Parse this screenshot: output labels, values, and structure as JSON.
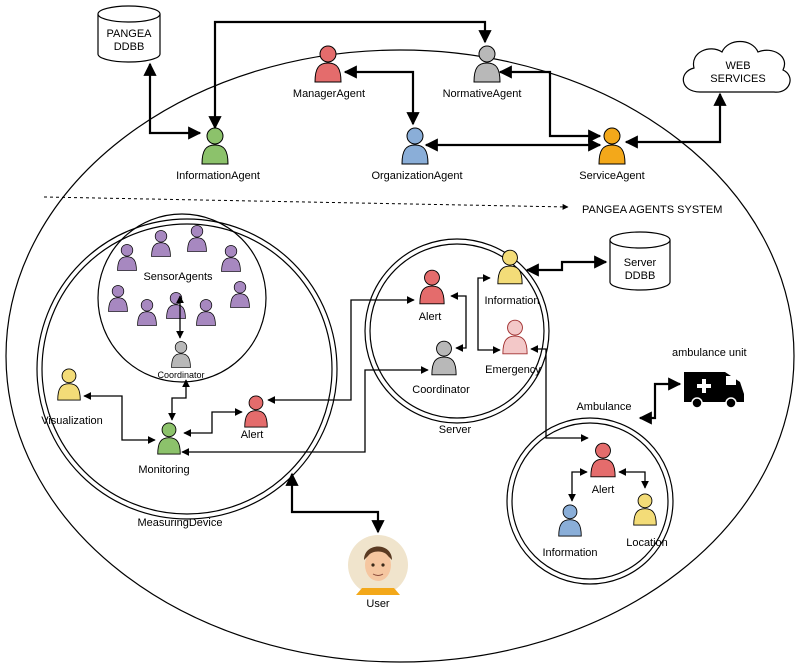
{
  "diagram": {
    "system_label": "PANGEA AGENTS SYSTEM",
    "pangea_db": [
      "PANGEA",
      "DDBB"
    ],
    "web_services": [
      "WEB",
      "SERVICES"
    ],
    "server_db": [
      "Server",
      "DDBB"
    ],
    "top_agents": {
      "information": "InformationAgent",
      "manager": "ManagerAgent",
      "normative": "NormativeAgent",
      "organization": "OrganizationAgent",
      "service": "ServiceAgent"
    },
    "measuring_device": {
      "label": "MeasuringDevice",
      "sensor_agents": "SensorAgents",
      "coordinator": "Coordinator",
      "visualization": "Visualization",
      "monitoring": "Monitoring",
      "alert": "Alert"
    },
    "server": {
      "label": "Server",
      "alert": "Alert",
      "information": "Information",
      "coordinator": "Coordinator",
      "emergency": "Emergency"
    },
    "ambulance": {
      "label": "Ambulance",
      "unit_label": "ambulance unit",
      "alert": "Alert",
      "information": "Information",
      "location": "Location"
    },
    "user": "User"
  },
  "colors": {
    "green": "#8cc26b",
    "red": "#e46c6c",
    "grey": "#b8b8b8",
    "blue": "#8aaed8",
    "orange": "#f3a81a",
    "yellow": "#f3dc78",
    "purple": "#a788c0",
    "emergency": "#f3c8c8"
  }
}
